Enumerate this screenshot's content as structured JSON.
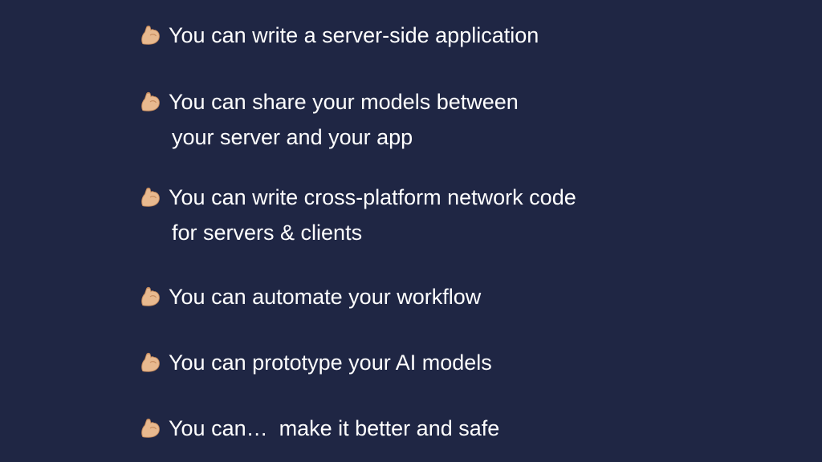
{
  "bullets": [
    {
      "icon": "flexed-biceps-icon",
      "lines": [
        "You can write a server-side application"
      ]
    },
    {
      "icon": "flexed-biceps-icon",
      "lines": [
        "You can share your models between",
        "your server and your app"
      ]
    },
    {
      "icon": "flexed-biceps-icon",
      "lines": [
        "You can write cross-platform network code",
        "for servers & clients"
      ]
    },
    {
      "icon": "flexed-biceps-icon",
      "lines": [
        "You can automate your workflow"
      ]
    },
    {
      "icon": "flexed-biceps-icon",
      "lines": [
        "You can prototype your AI models"
      ]
    },
    {
      "icon": "flexed-biceps-icon",
      "lines": [
        "You can…"
      ],
      "addendum": "make it better and safe"
    }
  ],
  "colors": {
    "background": "#1f2644",
    "text": "#ffffff",
    "icon_skin": "#e8b98f"
  }
}
